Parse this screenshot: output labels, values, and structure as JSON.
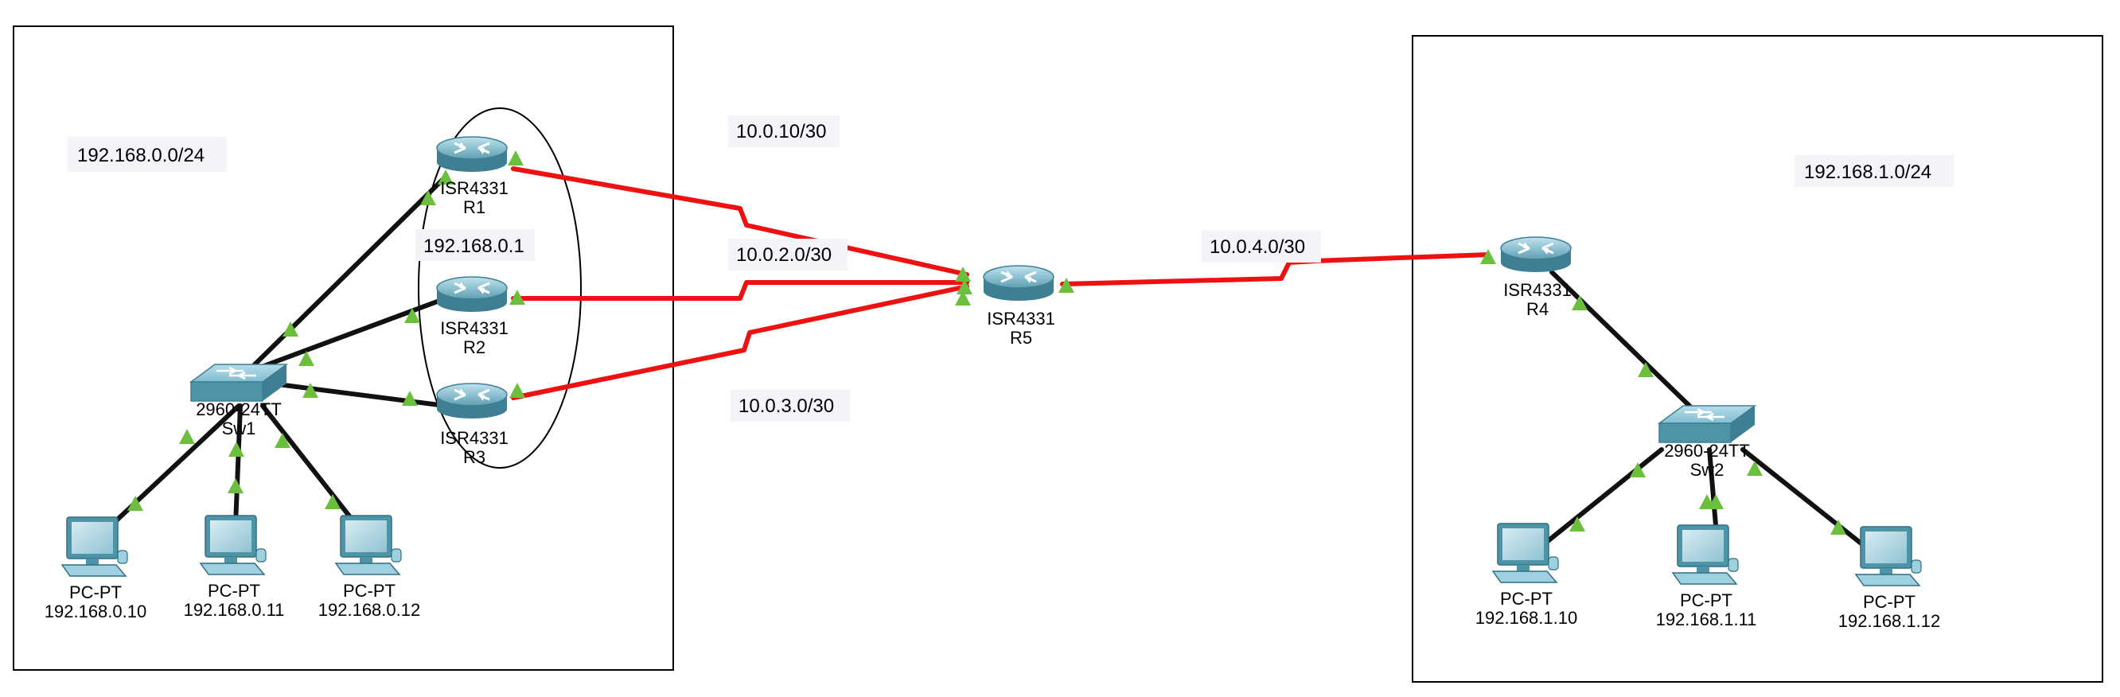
{
  "colors": {
    "copper": "#111111",
    "serial": "#ee1111",
    "link_up": "#6cbf3c",
    "device_body": "#4f93a7",
    "device_top": "#9fd0df",
    "label_bg": "#f3f3f8"
  },
  "areas": {
    "left_network": "192.168.0.0/24",
    "right_network": "192.168.1.0/24",
    "gateway": "192.168.0.1"
  },
  "links": {
    "r1_r5": "10.0.10/30",
    "r2_r5": "10.0.2.0/30",
    "r3_r5": "10.0.3.0/30",
    "r5_r4": "10.0.4.0/30"
  },
  "devices": {
    "r1": {
      "model": "ISR4331",
      "name": "R1",
      "icon": "router-icon"
    },
    "r2": {
      "model": "ISR4331",
      "name": "R2",
      "icon": "router-icon"
    },
    "r3": {
      "model": "ISR4331",
      "name": "R3",
      "icon": "router-icon"
    },
    "r4": {
      "model": "ISR4331",
      "name": "R4",
      "icon": "router-icon"
    },
    "r5": {
      "model": "ISR4331",
      "name": "R5",
      "icon": "router-icon"
    },
    "sw1": {
      "model": "2960-24TT",
      "name": "Sw1",
      "icon": "switch-icon"
    },
    "sw2": {
      "model": "2960-24TT",
      "name": "Sw2",
      "icon": "switch-icon"
    },
    "pc1": {
      "model": "PC-PT",
      "ip": "192.168.0.10",
      "icon": "pc-icon"
    },
    "pc2": {
      "model": "PC-PT",
      "ip": "192.168.0.11",
      "icon": "pc-icon"
    },
    "pc3": {
      "model": "PC-PT",
      "ip": "192.168.0.12",
      "icon": "pc-icon"
    },
    "pc4": {
      "model": "PC-PT",
      "ip": "192.168.1.10",
      "icon": "pc-icon"
    },
    "pc5": {
      "model": "PC-PT",
      "ip": "192.168.1.11",
      "icon": "pc-icon"
    },
    "pc6": {
      "model": "PC-PT",
      "ip": "192.168.1.12",
      "icon": "pc-icon"
    }
  }
}
